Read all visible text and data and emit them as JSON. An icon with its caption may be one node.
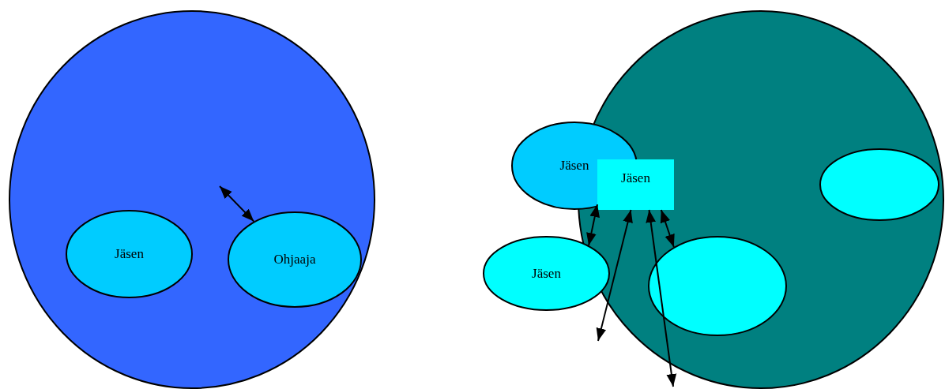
{
  "diagram": {
    "nodes": [
      {
        "text": [],
        "shape": "ellipse"
      },
      {
        "text": [
          "Jäsen"
        ],
        "in": 0
      },
      {
        "text": [
          "Ohjaaja"
        ],
        "in": 0
      },
      {
        "text": [],
        "shape": "ellipse"
      },
      {
        "text": [
          "Jäsen"
        ]
      },
      {
        "text": [
          "Jäsen"
        ],
        "in": 3
      },
      {
        "text": [],
        "shape": "ellipse",
        "in": 3
      },
      {
        "text": [
          "Jäsen"
        ]
      },
      {
        "text": [],
        "shape": "ellipse",
        "in": 3
      }
    ],
    "edges": [
      {
        "from": null,
        "to": 2,
        "arrow": "both"
      },
      {
        "from": 5,
        "to": 7,
        "arrow": "both"
      },
      {
        "from": 5,
        "to": null,
        "arrow": "both"
      },
      {
        "from": 5,
        "to": null,
        "arrow": "both"
      },
      {
        "from": 5,
        "to": 8,
        "arrow": "both"
      }
    ]
  }
}
